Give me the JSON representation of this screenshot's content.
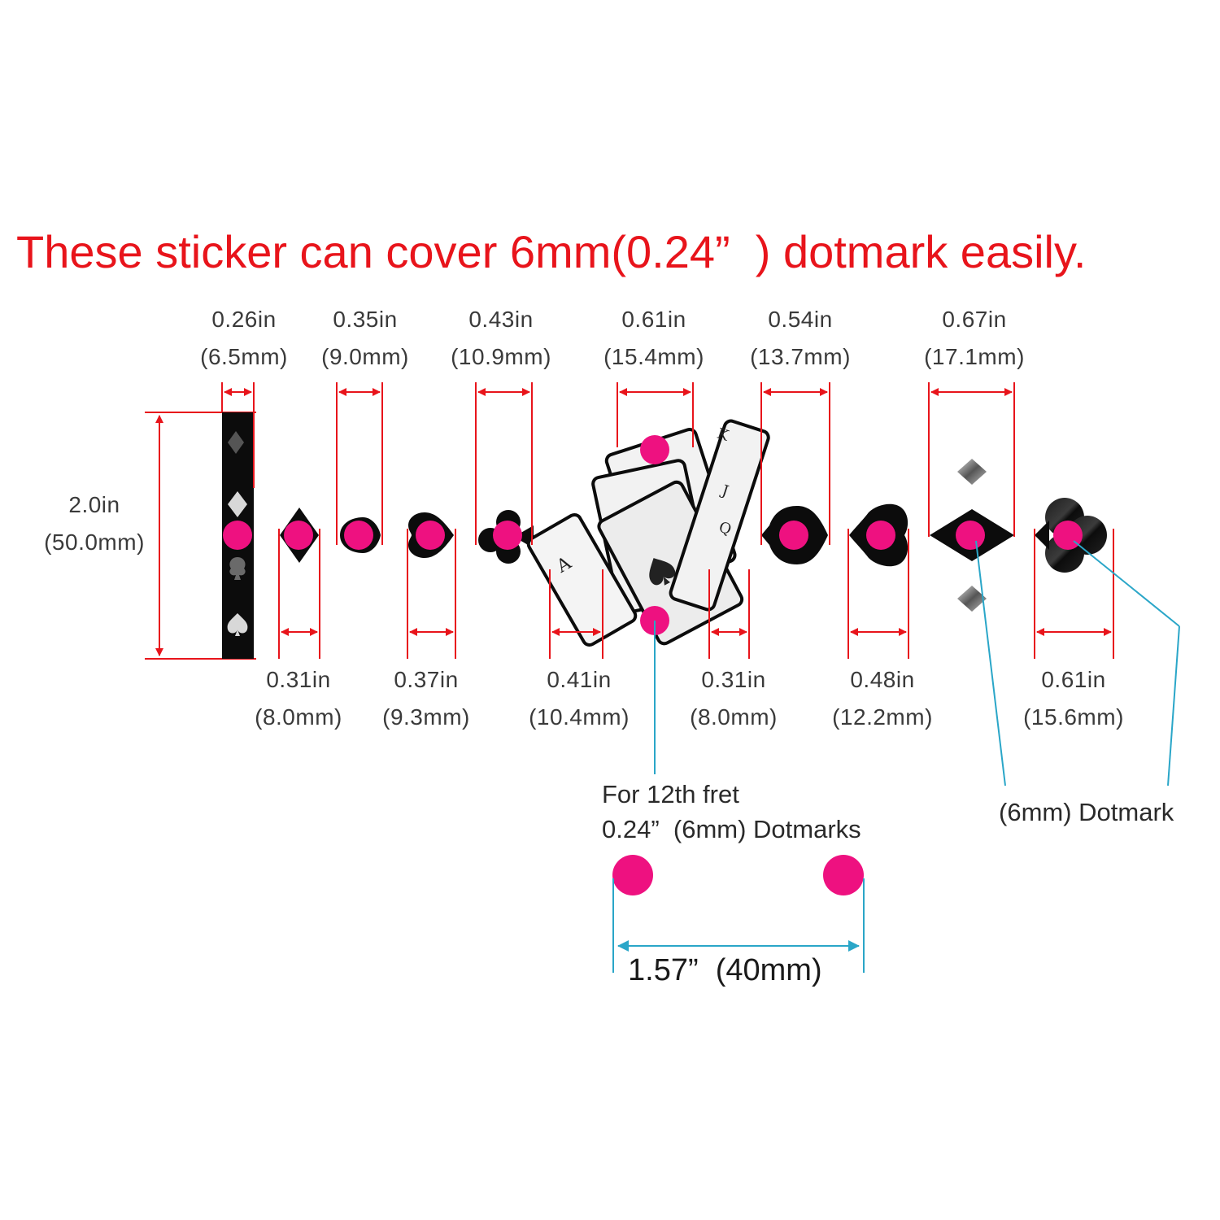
{
  "headline": "These sticker can cover 6mm(0.24”  ) dotmark easily.",
  "height_label": {
    "in": "2.0in",
    "mm": "(50.0mm)"
  },
  "top_widths": [
    {
      "in": "0.26in",
      "mm": "(6.5mm)"
    },
    {
      "in": "0.35in",
      "mm": "(9.0mm)"
    },
    {
      "in": "0.43in",
      "mm": "(10.9mm)"
    },
    {
      "in": "0.61in",
      "mm": "(15.4mm)"
    },
    {
      "in": "0.54in",
      "mm": "(13.7mm)"
    },
    {
      "in": "0.67in",
      "mm": "(17.1mm)"
    }
  ],
  "bottom_widths": [
    {
      "in": "0.31in",
      "mm": "(8.0mm)"
    },
    {
      "in": "0.37in",
      "mm": "(9.3mm)"
    },
    {
      "in": "0.41in",
      "mm": "(10.4mm)"
    },
    {
      "in": "0.31in",
      "mm": "(8.0mm)"
    },
    {
      "in": "0.48in",
      "mm": "(12.2mm)"
    },
    {
      "in": "0.61in",
      "mm": "(15.6mm)"
    }
  ],
  "fret_note": {
    "line1": "For 12th fret",
    "line2": "0.24”  (6mm) Dotmarks"
  },
  "dotmark_note": "(6mm) Dotmark",
  "span_label": "1.57”  (40mm)",
  "colors": {
    "headline": "#e8141b",
    "dim_line": "#e8141b",
    "dot": "#ee1180",
    "leader": "#2aa6c8",
    "inlay": "#0c0c0c"
  }
}
